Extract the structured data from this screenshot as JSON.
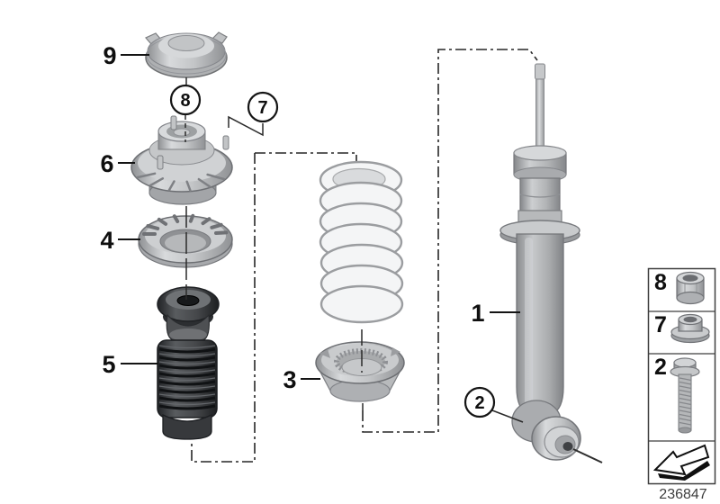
{
  "palette": {
    "background": "#ffffff",
    "outline": "#141414",
    "part_light": "#c9cbcd",
    "part_mid": "#9fa1a3",
    "part_dark": "#3a3c3f",
    "spring_white": "#f4f5f6"
  },
  "callouts": {
    "p9": "9",
    "c8": "8",
    "c7": "7",
    "p6": "6",
    "p4": "4",
    "p5": "5",
    "p3": "3",
    "p1": "1",
    "c2": "2"
  },
  "legend": {
    "items": [
      {
        "label": "8",
        "icon": "lock-nut-icon"
      },
      {
        "label": "7",
        "icon": "flange-nut-icon"
      },
      {
        "label": "2",
        "icon": "flange-bolt-icon"
      },
      {
        "label": "",
        "icon": "direction-of-travel-arrow-icon"
      }
    ]
  },
  "doc_number": "236847"
}
